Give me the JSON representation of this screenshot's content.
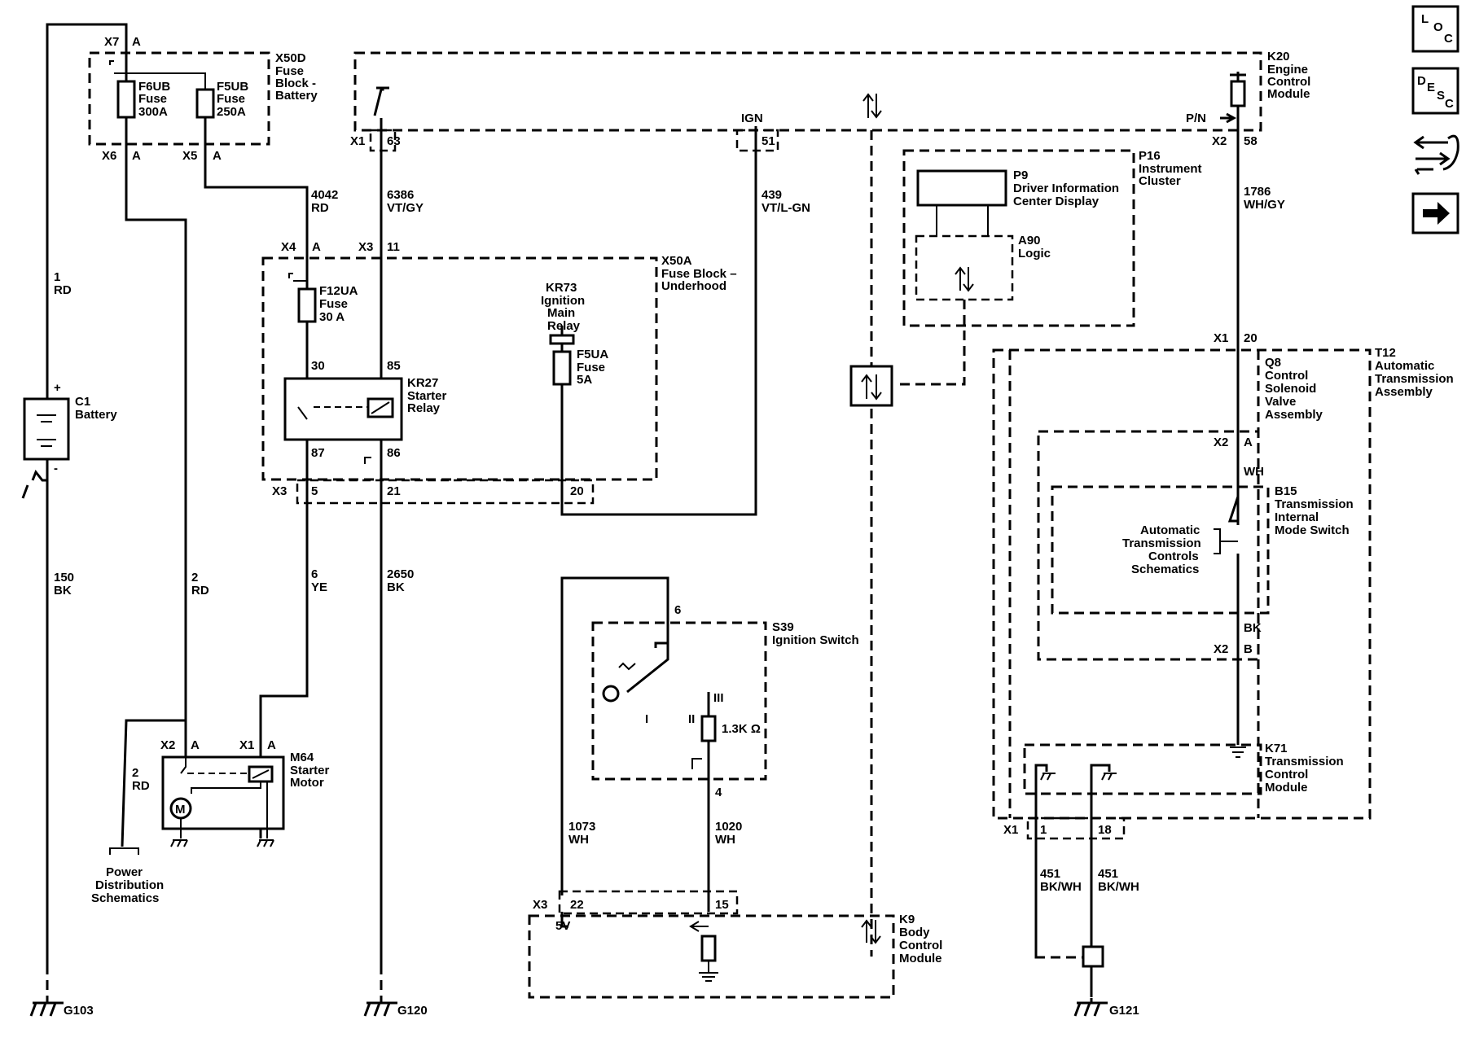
{
  "nav_icons": [
    {
      "name": "location-icon",
      "letters": [
        "L",
        "O",
        "C"
      ]
    },
    {
      "name": "description-icon",
      "letters": [
        "D",
        "E",
        "S",
        "C"
      ]
    },
    {
      "name": "repair-icon"
    },
    {
      "name": "next-icon"
    }
  ],
  "components": {
    "x50d": {
      "code": "X50D",
      "desc": [
        "Fuse",
        "Block -",
        "Battery"
      ]
    },
    "f6ub": {
      "code": "F6UB",
      "desc": [
        "Fuse",
        "300A"
      ]
    },
    "f5ub": {
      "code": "F5UB",
      "desc": [
        "Fuse",
        "250A"
      ]
    },
    "c1": {
      "code": "C1",
      "desc": [
        "Battery"
      ]
    },
    "x50a": {
      "code": "X50A",
      "desc": [
        "Fuse Block –",
        "Underhood"
      ]
    },
    "f12ua": {
      "code": "F12UA",
      "desc": [
        "Fuse",
        "30 A"
      ]
    },
    "kr27": {
      "code": "KR27",
      "desc": [
        "Starter",
        "Relay"
      ]
    },
    "kr73": {
      "code": "KR73",
      "desc": [
        "Ignition",
        "Main",
        "Relay"
      ]
    },
    "f5ua": {
      "code": "F5UA",
      "desc": [
        "Fuse",
        "5A"
      ]
    },
    "m64": {
      "code": "M64",
      "desc": [
        "Starter",
        "Motor"
      ]
    },
    "k20": {
      "code": "K20",
      "desc": [
        "Engine",
        "Control",
        "Module"
      ]
    },
    "p16": {
      "code": "P16",
      "desc": [
        "Instrument",
        "Cluster"
      ]
    },
    "p9": {
      "code": "P9",
      "desc": [
        "Driver Information",
        "Center Display"
      ]
    },
    "a90": {
      "code": "A90",
      "desc": [
        "Logic"
      ]
    },
    "s39": {
      "code": "S39",
      "desc": [
        "Ignition Switch"
      ]
    },
    "k9": {
      "code": "K9",
      "desc": [
        "Body",
        "Control",
        "Module"
      ]
    },
    "t12": {
      "code": "T12",
      "desc": [
        "Automatic",
        "Transmission",
        "Assembly"
      ]
    },
    "q8": {
      "code": "Q8",
      "desc": [
        "Control",
        "Solenoid",
        "Valve",
        "Assembly"
      ]
    },
    "b15": {
      "code": "B15",
      "desc": [
        "Transmission",
        "Internal",
        "Mode Switch"
      ]
    },
    "k71": {
      "code": "K71",
      "desc": [
        "Transmission",
        "Control",
        "Module"
      ]
    }
  },
  "references": {
    "power_distribution": [
      "Power",
      "Distribution",
      "Schematics"
    ],
    "transmission_controls": [
      "Automatic",
      "Transmission",
      "Controls",
      "Schematics"
    ]
  },
  "wires": {
    "w1": [
      "1",
      "RD"
    ],
    "w150": [
      "150",
      "BK"
    ],
    "w2a": [
      "2",
      "RD"
    ],
    "w2b": [
      "2",
      "RD"
    ],
    "w4042": [
      "4042",
      "RD"
    ],
    "w6386": [
      "6386",
      "VT/GY"
    ],
    "w439": [
      "439",
      "VT/L-GN"
    ],
    "w6": [
      "6",
      "YE"
    ],
    "w2650": [
      "2650",
      "BK"
    ],
    "w1786": [
      "1786",
      "WH/GY"
    ],
    "w1073": [
      "1073",
      "WH"
    ],
    "w1020": [
      "1020",
      "WH"
    ],
    "w451a": [
      "451",
      "BK/WH"
    ],
    "w451b": [
      "451",
      "BK/WH"
    ]
  },
  "connectors": {
    "x7": "X7",
    "x6": "X6",
    "x5": "X5",
    "x4": "X4",
    "x3a": "X3",
    "x3b": "X3",
    "x1_k20": "X1",
    "x2_k20": "X2",
    "x1_t12": "X1",
    "x2_q8": "X2",
    "x2_b15": "X2",
    "x2_m64": "X2",
    "x1_m64": "X1",
    "x3_k9": "X3",
    "x1_k71": "X1"
  },
  "pins": {
    "a1": "A",
    "a2": "A",
    "a3": "A",
    "a4": "A",
    "a5": "A",
    "a6": "A",
    "p63": "63",
    "p51": "51",
    "p58": "58",
    "p11": "11",
    "p30": "30",
    "p85": "85",
    "p87": "87",
    "p86": "86",
    "p5": "5",
    "p21": "21",
    "p20": "20",
    "p20b": "20",
    "pa_q8": "A",
    "pb_b15": "B",
    "p6": "6",
    "p4": "4",
    "p22": "22",
    "p15": "15",
    "p1": "1",
    "p18": "18"
  },
  "signals": {
    "ign": "IGN",
    "pn": "P/N",
    "v5": "5V",
    "wh": "WH",
    "bk": "BK"
  },
  "battery_terminals": {
    "pos": "+",
    "neg": "-"
  },
  "switch_positions": {
    "iii": "III",
    "ii": "II",
    "i": "I",
    "resistor": "1.3K Ω"
  },
  "motor_label": "M",
  "grounds": [
    "G103",
    "G120",
    "G121"
  ]
}
